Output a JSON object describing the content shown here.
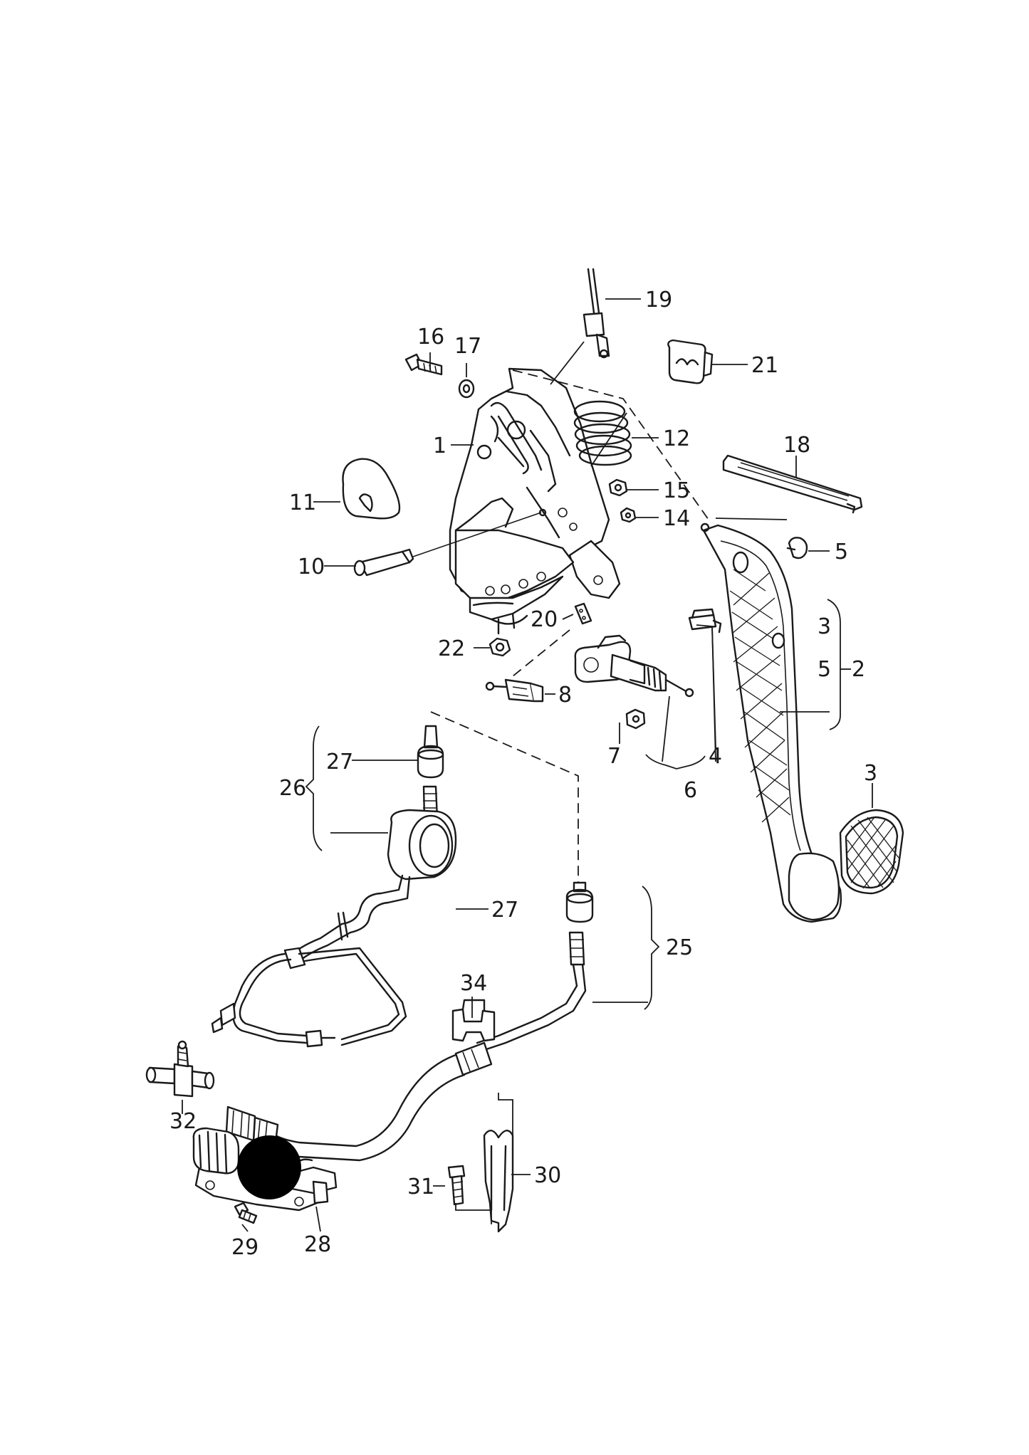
{
  "diagram": {
    "callouts": [
      {
        "id": "c19",
        "label": "19"
      },
      {
        "id": "c16",
        "label": "16"
      },
      {
        "id": "c17",
        "label": "17"
      },
      {
        "id": "c21",
        "label": "21"
      },
      {
        "id": "c1",
        "label": "1"
      },
      {
        "id": "c12",
        "label": "12"
      },
      {
        "id": "c18",
        "label": "18"
      },
      {
        "id": "c11",
        "label": "11"
      },
      {
        "id": "c15",
        "label": "15"
      },
      {
        "id": "c14",
        "label": "14"
      },
      {
        "id": "c10",
        "label": "10"
      },
      {
        "id": "c5a",
        "label": "5"
      },
      {
        "id": "c3a",
        "label": "3"
      },
      {
        "id": "c5b",
        "label": "5"
      },
      {
        "id": "c2",
        "label": "2"
      },
      {
        "id": "c20",
        "label": "20"
      },
      {
        "id": "c22",
        "label": "22"
      },
      {
        "id": "c8",
        "label": "8"
      },
      {
        "id": "c7",
        "label": "7"
      },
      {
        "id": "c4",
        "label": "4"
      },
      {
        "id": "c6",
        "label": "6"
      },
      {
        "id": "c27a",
        "label": "27"
      },
      {
        "id": "c26",
        "label": "26"
      },
      {
        "id": "c3b",
        "label": "3"
      },
      {
        "id": "c27b",
        "label": "27"
      },
      {
        "id": "c25",
        "label": "25"
      },
      {
        "id": "c34",
        "label": "34"
      },
      {
        "id": "c32",
        "label": "32"
      },
      {
        "id": "c30",
        "label": "30"
      },
      {
        "id": "c31",
        "label": "31"
      },
      {
        "id": "c29",
        "label": "29"
      },
      {
        "id": "c28",
        "label": "28"
      }
    ]
  }
}
